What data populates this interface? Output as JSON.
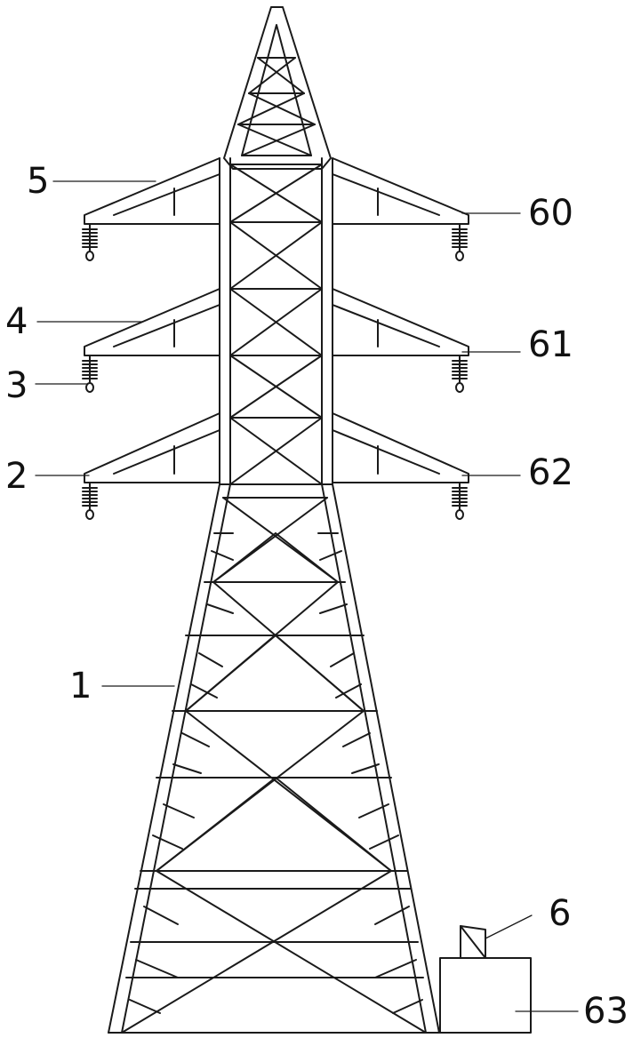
{
  "callouts": {
    "c1": "1",
    "c2": "2",
    "c3": "3",
    "c4": "4",
    "c5": "5",
    "c6": "6",
    "c60": "60",
    "c61": "61",
    "c62": "62",
    "c63": "63"
  },
  "colors": {
    "stroke": "#1a1a1a",
    "background": "#ffffff"
  }
}
